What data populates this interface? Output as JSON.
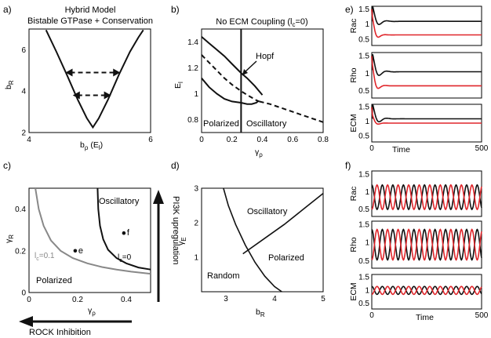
{
  "panels": {
    "a": {
      "label": "a)",
      "title1": "Hybrid Model",
      "title2": "Bistable GTPase + Conservation",
      "xlabel": "b",
      "xsub": "ρ",
      "xsuffix": " (E",
      "xsub2": "l",
      "xclose": ")",
      "ylabel": "b",
      "ysub": "R"
    },
    "b": {
      "label": "b)",
      "title": "No ECM Coupling (l",
      "title_sub": "c",
      "title_end": "=0)",
      "xlabel": "γ",
      "xsub": "ρ",
      "ylabel": "E",
      "ysub": "l",
      "ann_hopf": "Hopf",
      "reg_pol": "Polarized",
      "reg_osc": "Oscillatory"
    },
    "c": {
      "label": "c)",
      "xlabel": "γ",
      "xsub": "ρ",
      "ylabel": "γ",
      "ysub": "R",
      "reg_osc": "Oscillatory",
      "reg_pol": "Polarized",
      "lc1": "l",
      "lc1_sub": "c",
      "lc1_val": "=0.1",
      "lc0": "l",
      "lc0_sub": "c",
      "lc0_val": "=0",
      "pt_e": "e",
      "pt_f": "f",
      "pi3k": "PI3K upregulation",
      "rock": "ROCK Inhibition"
    },
    "d": {
      "label": "d)",
      "xlabel": "b",
      "xsub": "R",
      "ylabel": "γ",
      "ysub": "E",
      "reg_osc": "Oscillatory",
      "reg_pol": "Polarized",
      "reg_rand": "Random"
    },
    "e": {
      "label": "e)",
      "rows": [
        "Rac",
        "Rho",
        "ECM"
      ],
      "xlabel": "Time"
    },
    "f": {
      "label": "f)",
      "rows": [
        "Rac",
        "Rho",
        "ECM"
      ],
      "xlabel": "Time"
    }
  },
  "chart_data": [
    {
      "panel": "a",
      "type": "line",
      "xlim": [
        4,
        6
      ],
      "ylim": [
        2,
        7
      ],
      "xticks": [
        "4",
        "6"
      ],
      "yticks": [
        "2",
        "4",
        "6"
      ],
      "series": [
        {
          "style": "solid",
          "x": [
            4.28,
            4.45,
            4.62,
            4.8,
            4.95,
            5.05,
            5.15,
            5.3,
            5.48,
            5.66,
            5.8,
            5.88
          ],
          "y": [
            6.95,
            5.9,
            4.8,
            3.6,
            2.7,
            2.25,
            2.7,
            3.6,
            4.8,
            5.9,
            6.6,
            6.95
          ]
        }
      ],
      "arrows": [
        {
          "x1": 4.6,
          "x2": 5.5,
          "y": 4.9,
          "style": "dashed",
          "both": true
        },
        {
          "x1": 4.72,
          "x2": 5.35,
          "y": 3.8,
          "style": "dashed",
          "both": true
        }
      ]
    },
    {
      "panel": "b",
      "type": "line",
      "xlim": [
        0,
        0.8
      ],
      "ylim": [
        0.7,
        1.5
      ],
      "xticks": [
        "0",
        "0.2",
        "0.4",
        "0.6",
        "0.8"
      ],
      "yticks": [
        "0.8",
        "1",
        "1.2",
        "1.4"
      ],
      "series": [
        {
          "style": "solid",
          "x": [
            0,
            0.05,
            0.1,
            0.15,
            0.2,
            0.26,
            0.3,
            0.35,
            0.4
          ],
          "y": [
            1.44,
            1.39,
            1.34,
            1.29,
            1.23,
            1.16,
            1.12,
            1.06,
            0.99
          ]
        },
        {
          "style": "solid",
          "x": [
            0,
            0.05,
            0.1,
            0.15,
            0.2,
            0.26,
            0.3,
            0.33,
            0.36,
            0.37
          ],
          "y": [
            1.12,
            1.05,
            1.0,
            0.96,
            0.94,
            0.93,
            0.92,
            0.92,
            0.93,
            0.94
          ]
        },
        {
          "style": "dashed",
          "x": [
            0,
            0.05,
            0.1,
            0.15,
            0.2,
            0.26,
            0.3,
            0.33,
            0.36,
            0.38
          ],
          "y": [
            1.3,
            1.24,
            1.18,
            1.12,
            1.07,
            1.02,
            0.99,
            0.97,
            0.95,
            0.94
          ]
        },
        {
          "style": "dashed",
          "x": [
            0.38,
            0.45,
            0.5,
            0.55,
            0.6,
            0.65,
            0.7,
            0.75,
            0.8
          ],
          "y": [
            0.94,
            0.92,
            0.9,
            0.88,
            0.86,
            0.84,
            0.82,
            0.8,
            0.78
          ]
        }
      ],
      "vline": 0.26
    },
    {
      "panel": "c",
      "type": "line",
      "xlim": [
        0,
        0.5
      ],
      "ylim": [
        0,
        0.5
      ],
      "xticks": [
        "0",
        "0.2",
        "0.4"
      ],
      "yticks": [
        "0",
        "0.2",
        "0.4"
      ],
      "series": [
        {
          "name": "lc=0.1",
          "color": "#888888",
          "x": [
            0.026,
            0.04,
            0.06,
            0.09,
            0.13,
            0.18,
            0.24,
            0.3,
            0.36,
            0.42,
            0.5
          ],
          "y": [
            0.5,
            0.4,
            0.32,
            0.25,
            0.2,
            0.165,
            0.14,
            0.122,
            0.11,
            0.1,
            0.09
          ]
        },
        {
          "name": "lc=0",
          "color": "#111111",
          "x": [
            0.282,
            0.285,
            0.292,
            0.305,
            0.325,
            0.36,
            0.4,
            0.45,
            0.5
          ],
          "y": [
            0.5,
            0.4,
            0.32,
            0.255,
            0.205,
            0.165,
            0.14,
            0.12,
            0.11
          ]
        }
      ],
      "points": [
        {
          "name": "e",
          "x": 0.19,
          "y": 0.2
        },
        {
          "name": "f",
          "x": 0.39,
          "y": 0.285
        }
      ]
    },
    {
      "panel": "d",
      "type": "line",
      "xlim": [
        2.5,
        5
      ],
      "ylim": [
        0,
        3
      ],
      "xticks": [
        "3",
        "4",
        "5"
      ],
      "yticks": [
        "1",
        "2",
        "3"
      ],
      "series": [
        {
          "style": "solid",
          "x": [
            2.95,
            3.05,
            3.2,
            3.4,
            3.6,
            3.8,
            4.0,
            4.15
          ],
          "y": [
            3.0,
            2.5,
            1.95,
            1.35,
            0.85,
            0.45,
            0.15,
            0.0
          ]
        },
        {
          "style": "solid",
          "x": [
            3.35,
            3.8,
            4.2,
            4.6,
            5.0
          ],
          "y": [
            1.1,
            1.55,
            1.95,
            2.4,
            2.85
          ]
        }
      ]
    },
    {
      "panel": "e",
      "type": "line",
      "xlim": [
        0,
        500
      ],
      "xticks": [
        "0",
        "500"
      ],
      "yticks": [
        "0.5",
        "1",
        "1.5"
      ],
      "rows": [
        "Rac",
        "Rho",
        "ECM"
      ],
      "row_ylims": [
        [
          0.3,
          1.6
        ],
        [
          0.3,
          1.6
        ],
        [
          0.3,
          1.6
        ]
      ]
    },
    {
      "panel": "f",
      "type": "line",
      "xlim": [
        0,
        500
      ],
      "xticks": [
        "0",
        "500"
      ],
      "yticks": [
        "0.5",
        "1",
        "1.5"
      ],
      "rows": [
        "Rac",
        "Rho",
        "ECM"
      ],
      "row_ylims": [
        [
          0.3,
          1.6
        ],
        [
          0.3,
          1.6
        ],
        [
          0.3,
          1.6
        ]
      ]
    }
  ],
  "colors": {
    "black": "#111111",
    "red": "#e0262b",
    "gray": "#888888"
  }
}
